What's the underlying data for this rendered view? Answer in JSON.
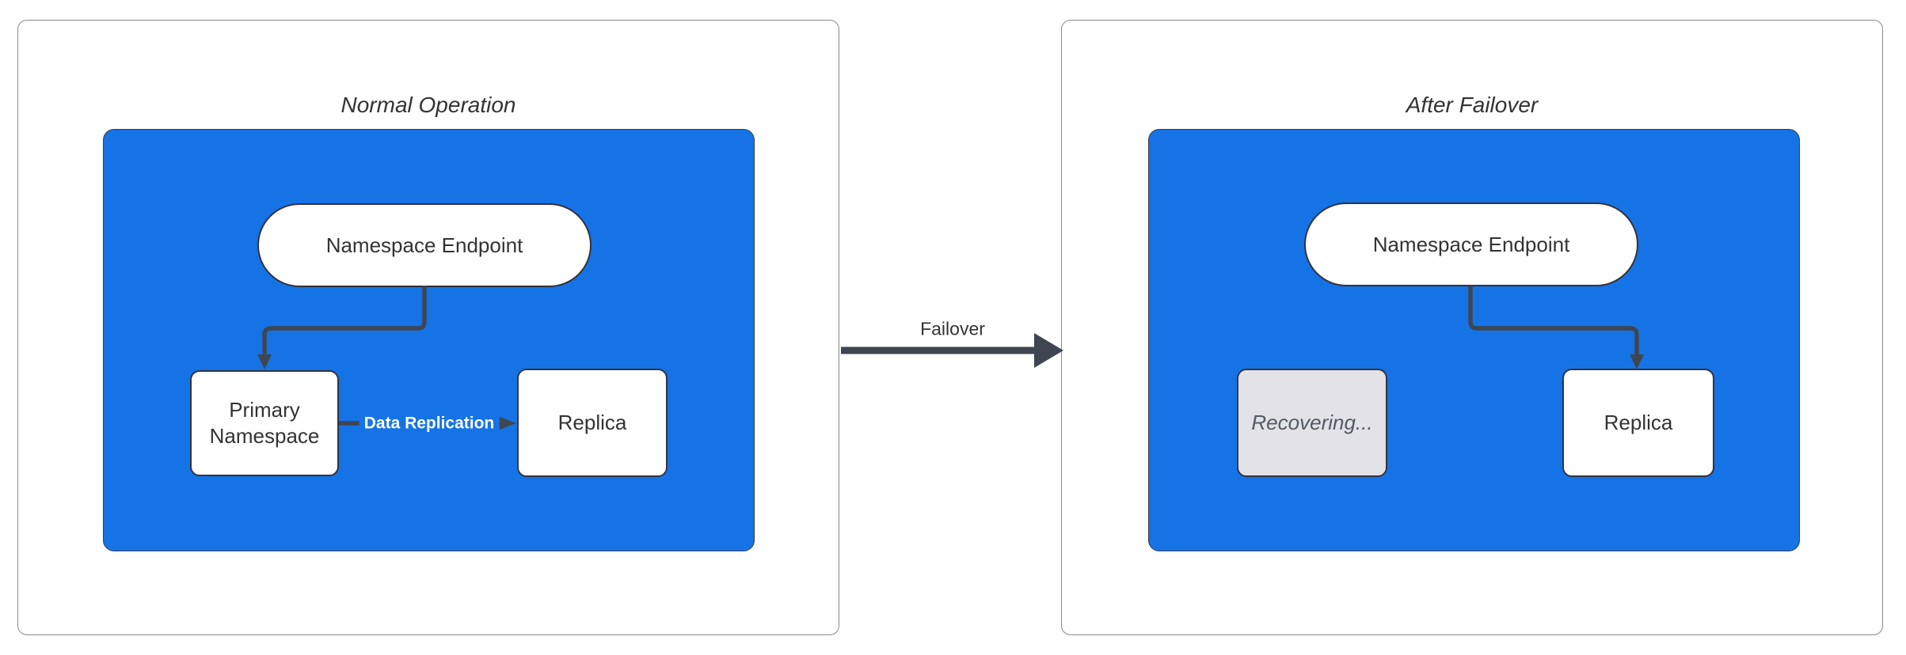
{
  "theme": {
    "background": "#ffffff",
    "panel_border": "#8a8a8a",
    "container_fill": "#1573e6",
    "container_border": "#3c3c46",
    "node_fill": "#ffffff",
    "node_border": "#33333d",
    "node_text": "#333333",
    "disabled_fill": "#e2e2e7",
    "disabled_text": "#525a63",
    "edge_color": "#3f4651",
    "edge_label_text": "#ffffff",
    "title_text": "#333333"
  },
  "panels": [
    {
      "id": "normal-operation",
      "title": "Normal Operation",
      "nodes": {
        "endpoint": "Namespace Endpoint",
        "primary": "Primary Namespace",
        "replica": "Replica"
      },
      "edge_label": "Data Replication"
    },
    {
      "id": "after-failover",
      "title": "After Failover",
      "nodes": {
        "endpoint": "Namespace Endpoint",
        "recovering": "Recovering...",
        "replica": "Replica"
      }
    }
  ],
  "transition": {
    "label": "Failover"
  }
}
